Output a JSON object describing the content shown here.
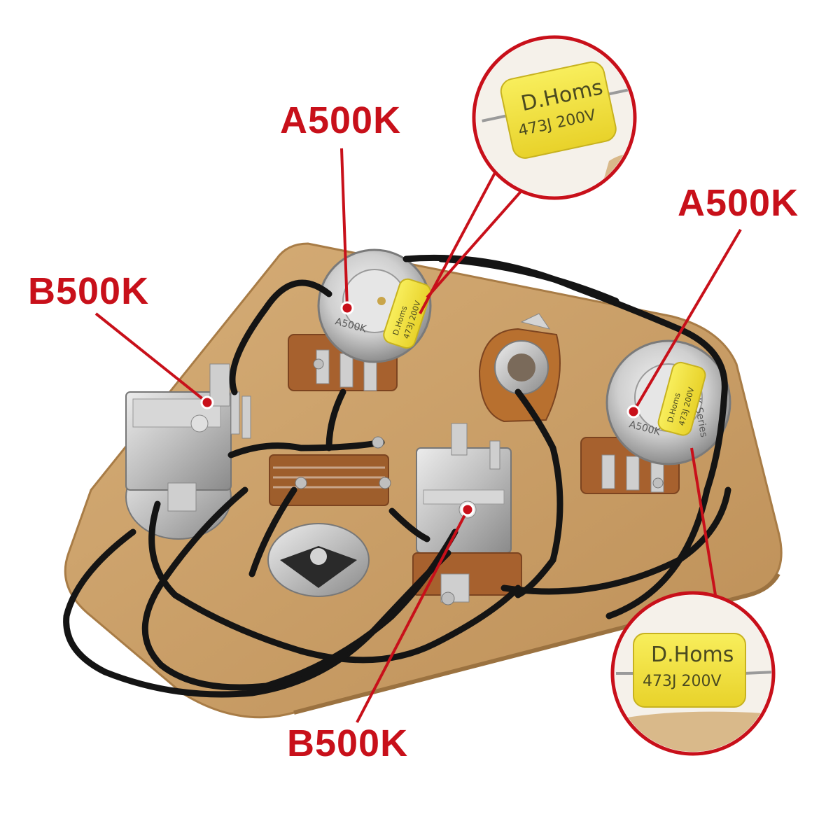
{
  "callouts": {
    "top_pot_label": "A500K",
    "right_pot_label": "A500K",
    "left_switch_label": "B500K",
    "bottom_switch_label": "B500K"
  },
  "capacitor_zoom_top": {
    "brand": "D.Homs",
    "rating": "473J 200V"
  },
  "capacitor_zoom_bottom": {
    "brand": "D.Homs",
    "rating": "473J 200V"
  },
  "top_pot_body": {
    "marking": "A500K",
    "cap_brand": "D.Homs",
    "cap_rating": "473J 200V"
  },
  "right_pot_body": {
    "marking": "A500K",
    "cap_brand": "D.Homs",
    "cap_rating": "473J 200V",
    "series": "AK Series"
  },
  "colors": {
    "callout_red": "#c8101a",
    "board_tan": "#caa06a",
    "cap_yellow": "#f3e33a",
    "wire_black": "#141414",
    "metal_silver": "#cfcfcf"
  }
}
